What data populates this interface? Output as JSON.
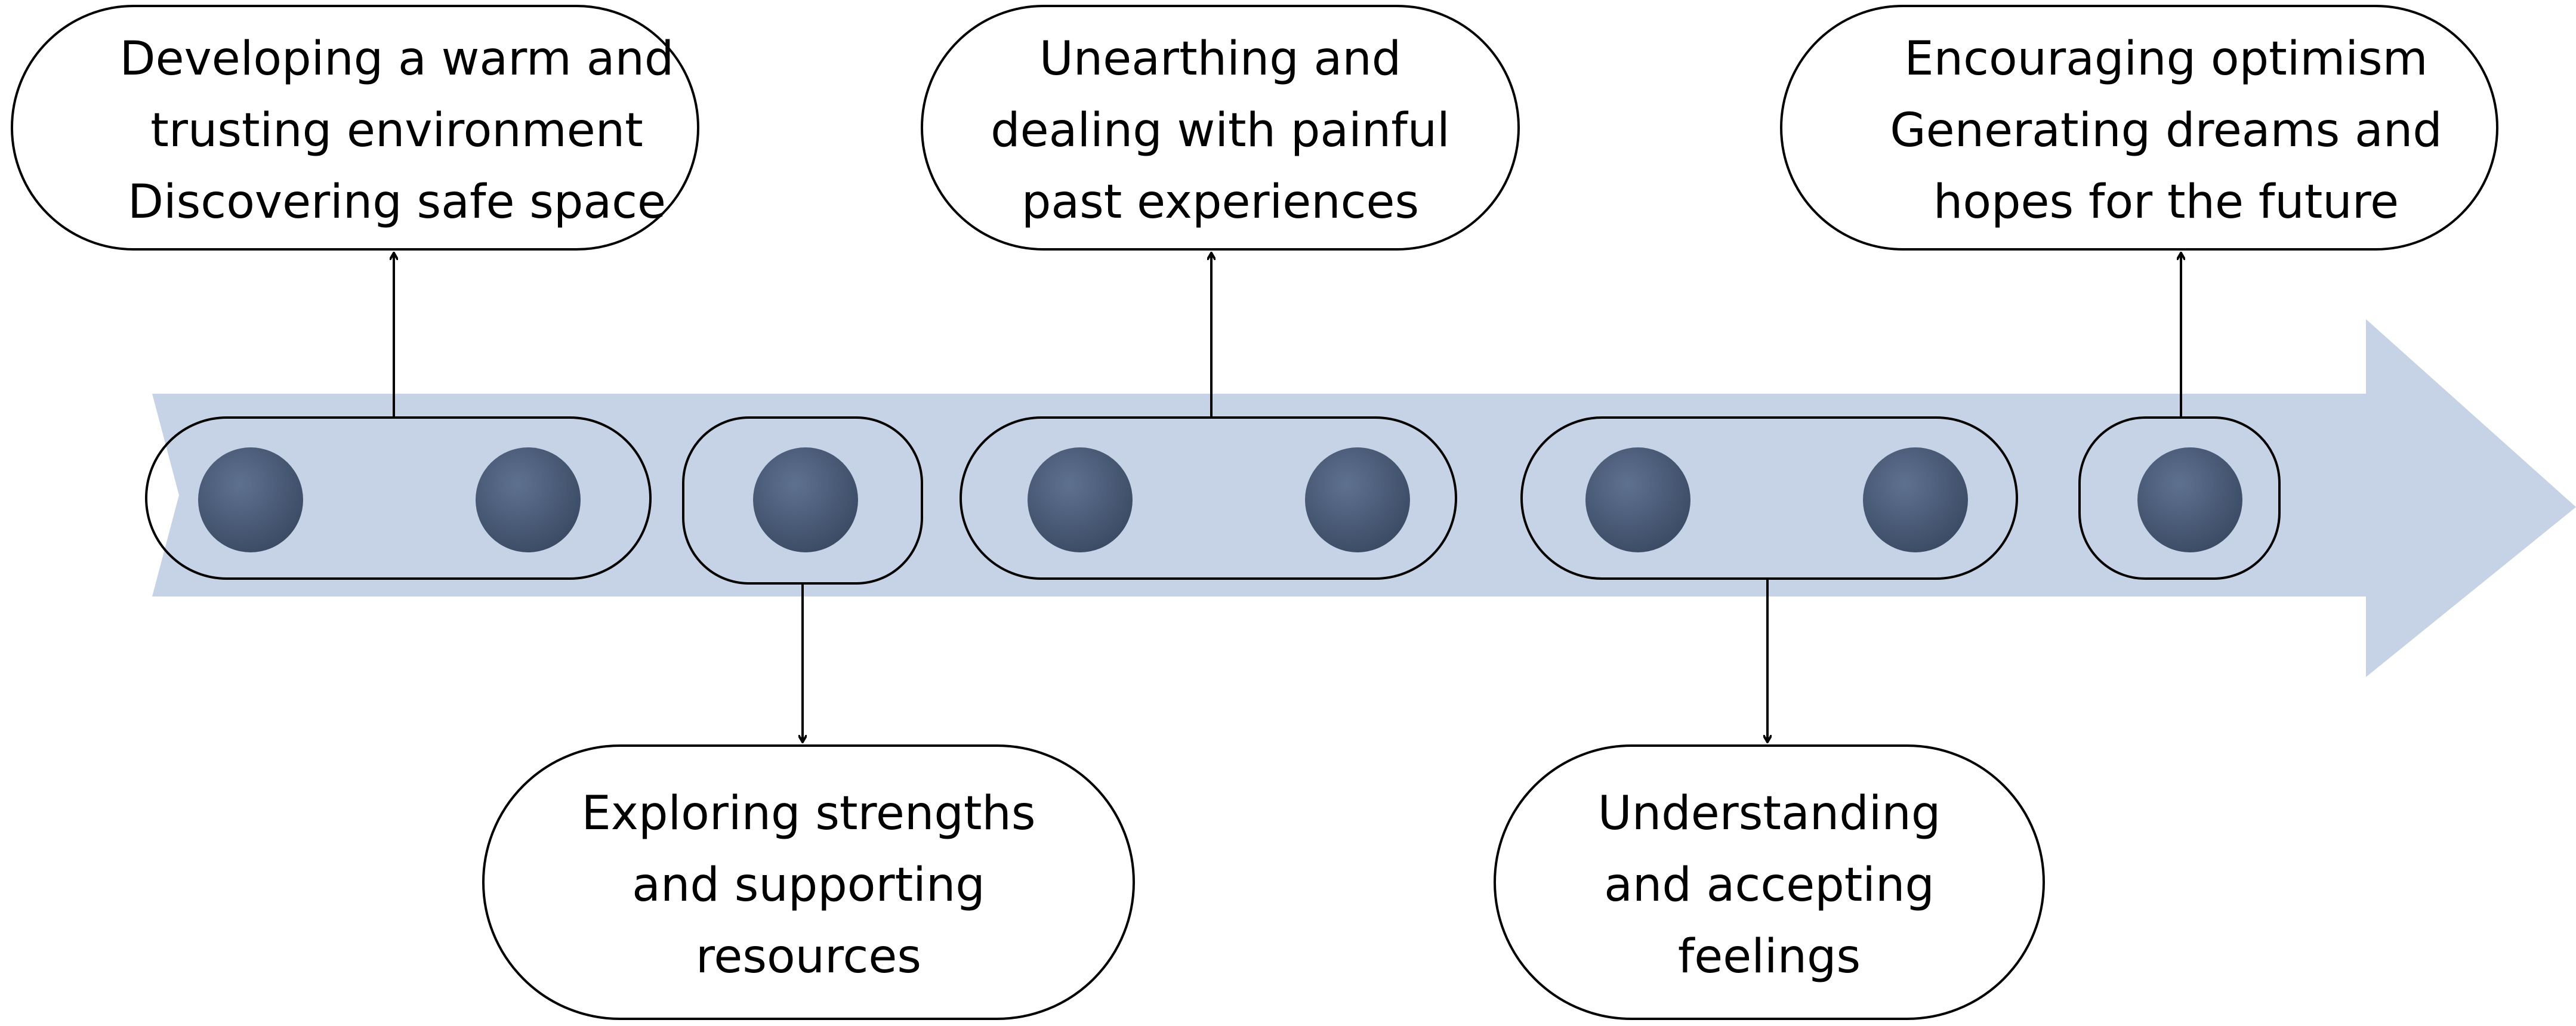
{
  "colors": {
    "arrow_fill": "#c6d3e6",
    "dot_fill": "#435570",
    "outline": "#000000",
    "background": "#ffffff"
  },
  "stages": [
    {
      "id": "developing",
      "lines": [
        "Developing a warm and",
        "trusting environment",
        "Discovering safe space"
      ],
      "position": "above",
      "dots": 2
    },
    {
      "id": "exploring",
      "lines": [
        "Exploring strengths",
        "and supporting",
        "resources"
      ],
      "position": "below",
      "dots": 1
    },
    {
      "id": "unearthing",
      "lines": [
        "Unearthing and",
        "dealing with painful",
        "past experiences"
      ],
      "position": "above",
      "dots": 2
    },
    {
      "id": "understanding",
      "lines": [
        "Understanding",
        "and accepting",
        "feelings"
      ],
      "position": "below",
      "dots": 2
    },
    {
      "id": "encouraging",
      "lines": [
        "Encouraging optimism",
        "Generating dreams and",
        "hopes for the future"
      ],
      "position": "above",
      "dots": 1
    }
  ]
}
